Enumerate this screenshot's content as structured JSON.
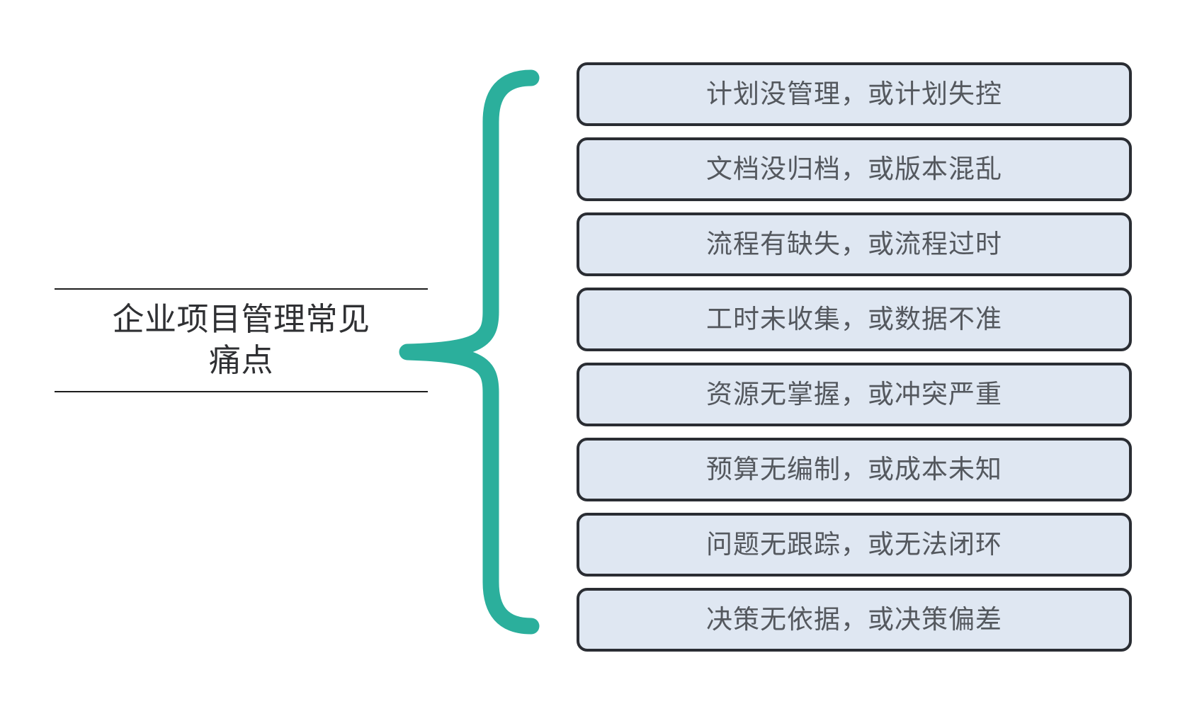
{
  "diagram": {
    "type": "bracket-map",
    "root": {
      "label": "企业项目管理常见痛点",
      "display_label": "企业项目管理常见\n痛点"
    },
    "connector": {
      "name": "curly-brace",
      "color": "#2BAF9C"
    },
    "colors": {
      "brace": "#2BAF9C",
      "box_fill": "#DFE7F2",
      "box_border": "#2A2D33",
      "box_text": "#54585E",
      "root_text": "#2F3033",
      "root_rule": "#1D1D1D",
      "background": "#FFFFFF"
    },
    "branches": [
      {
        "label": "计划没管理，或计划失控"
      },
      {
        "label": "文档没归档，或版本混乱"
      },
      {
        "label": "流程有缺失，或流程过时"
      },
      {
        "label": "工时未收集，或数据不准"
      },
      {
        "label": "资源无掌握，或冲突严重"
      },
      {
        "label": "预算无编制，或成本未知"
      },
      {
        "label": "问题无跟踪，或无法闭环"
      },
      {
        "label": "决策无依据，或决策偏差"
      }
    ]
  }
}
